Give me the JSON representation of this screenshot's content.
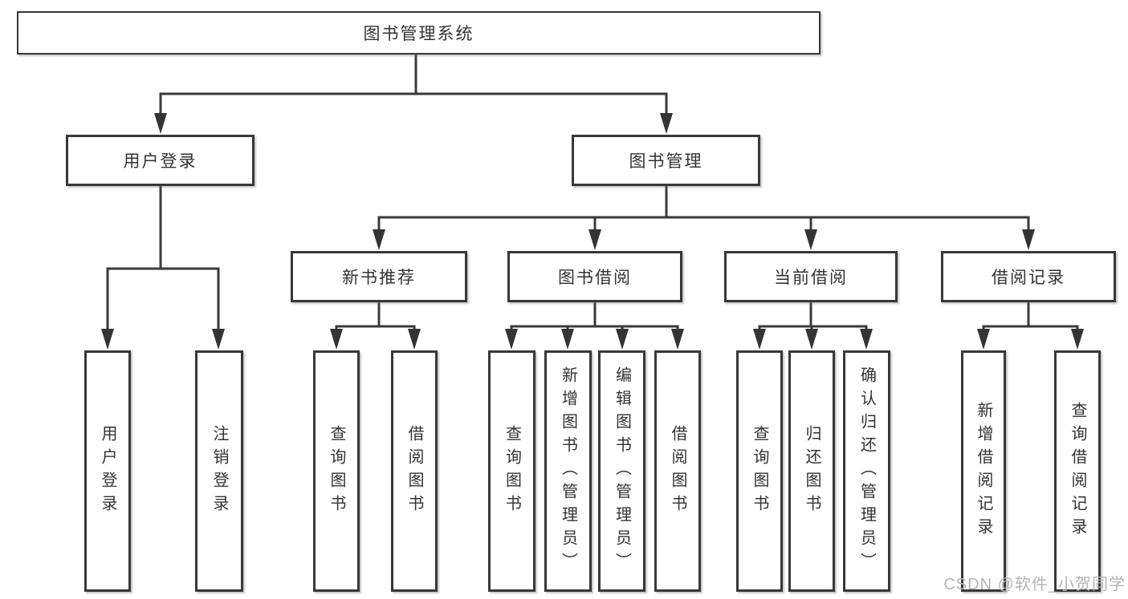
{
  "diagram": {
    "root": {
      "label": "图书管理系统"
    },
    "branches": [
      {
        "label": "用户登录",
        "children": [
          {
            "label": "用户登录"
          },
          {
            "label": "注销登录"
          }
        ]
      },
      {
        "label": "图书管理",
        "children": [
          {
            "label": "新书推荐",
            "children": [
              {
                "label": "查询图书"
              },
              {
                "label": "借阅图书"
              }
            ]
          },
          {
            "label": "图书借阅",
            "children": [
              {
                "label": "查询图书"
              },
              {
                "label": "新增图书（管理员）"
              },
              {
                "label": "编辑图书（管理员）"
              },
              {
                "label": "借阅图书"
              }
            ]
          },
          {
            "label": "当前借阅",
            "children": [
              {
                "label": "查询图书"
              },
              {
                "label": "归还图书"
              },
              {
                "label": "确认归还（管理员）"
              }
            ]
          },
          {
            "label": "借阅记录",
            "children": [
              {
                "label": "新增借阅记录"
              },
              {
                "label": "查询借阅记录"
              }
            ]
          }
        ]
      }
    ],
    "colors": {
      "line": "#3a3a3a",
      "text": "#333333",
      "watermark": "#b4b4b4",
      "background": "#ffffff"
    },
    "watermark": "CSDN @软件_小贺同学"
  }
}
